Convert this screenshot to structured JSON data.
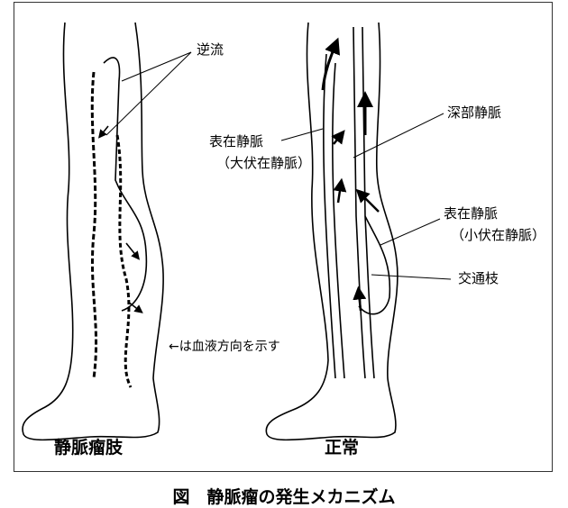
{
  "labels": {
    "reflux": "逆流",
    "deep_vein": "深部静脈",
    "superficial_vein_1": "表在静脈",
    "great_saphenous": "（大伏在静脈）",
    "superficial_vein_2": "表在静脈",
    "small_saphenous": "（小伏在静脈）",
    "perforator": "交通枝",
    "arrow_note": "←は血液方向を示す",
    "varicose_leg": "静脈瘤肢",
    "normal_leg": "正常"
  },
  "caption": "図　静脈瘤の発生メカニズム"
}
